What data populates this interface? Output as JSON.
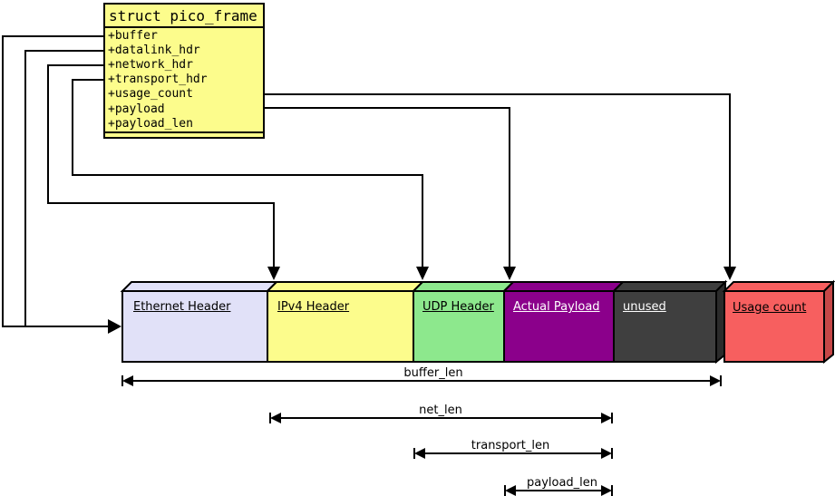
{
  "class_box": {
    "title": "struct pico_frame",
    "fill": "#FCFC8C",
    "fields": [
      "+buffer",
      "+datalink_hdr",
      "+network_hdr",
      "+transport_hdr",
      "+usage_count",
      "+payload",
      "+payload_len"
    ]
  },
  "segments": [
    {
      "id": "ethernet",
      "label": "Ethernet Header",
      "fill": "#E1E1F8",
      "text_color": "#000000"
    },
    {
      "id": "ipv4",
      "label": "IPv4 Header",
      "fill": "#FCFC8C",
      "text_color": "#000000"
    },
    {
      "id": "udp",
      "label": "UDP Header",
      "fill": "#8DE88D",
      "text_color": "#000000"
    },
    {
      "id": "payload",
      "label": "Actual Payload",
      "fill": "#8B008B",
      "text_color": "#FFFFFF"
    },
    {
      "id": "unused",
      "label": "unused",
      "fill": "#3F3F3F",
      "side_fill": "#2B2B2B",
      "text_color": "#FFFFFF"
    }
  ],
  "usage_box": {
    "label": "Usage count",
    "fill": "#F75F5F",
    "side_fill": "#C64747",
    "text_color": "#000000"
  },
  "measures": [
    {
      "label": "buffer_len"
    },
    {
      "label": "net_len"
    },
    {
      "label": "transport_len"
    },
    {
      "label": "payload_len"
    }
  ],
  "colors": {
    "connector": "#000000",
    "background": "#FFFFFF"
  }
}
